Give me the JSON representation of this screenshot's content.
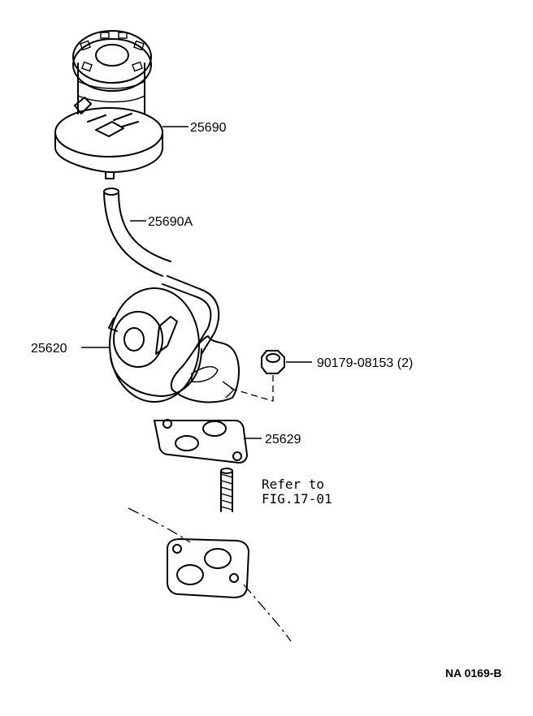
{
  "callouts": {
    "p25690": "25690",
    "p25690a": "25690A",
    "p25620": "25620",
    "p90179": "90179-08153 (2)",
    "p25629": "25629",
    "refer_line1": "Refer to",
    "refer_line2": "FIG.17-01"
  },
  "figure_code": "NA 0169-B"
}
